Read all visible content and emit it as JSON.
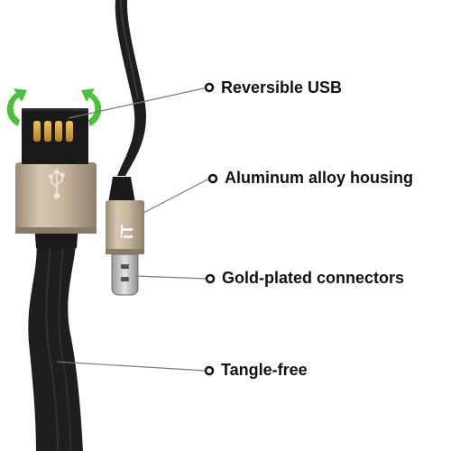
{
  "callouts": [
    {
      "id": "usb",
      "label": "Reversible USB"
    },
    {
      "id": "housing",
      "label": "Aluminum alloy housing"
    },
    {
      "id": "connectors",
      "label": "Gold-plated connectors"
    },
    {
      "id": "tangle",
      "label": "Tangle-free"
    }
  ],
  "brand_mark": "iT",
  "icons": [
    "rotate-arrows-icon",
    "usb-symbol-icon"
  ],
  "colors": {
    "cable": "#1e1e1e",
    "housing": "#bfae98",
    "rotate_arrows": "#49c23a",
    "gold_pins": "#d9a437",
    "leader_lines": "#777777"
  }
}
